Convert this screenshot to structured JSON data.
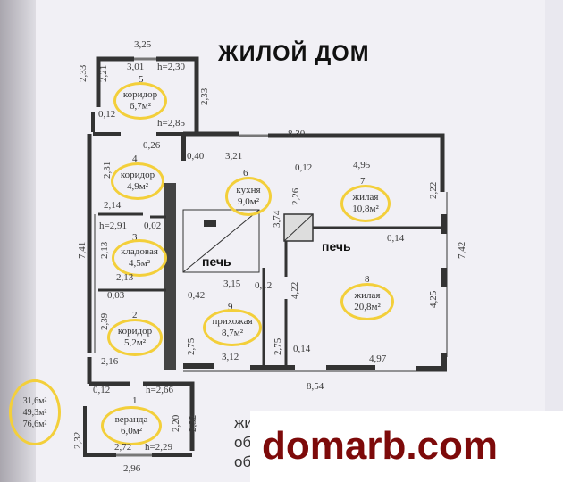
{
  "title": "ЖИЛОЙ ДОМ",
  "rooms": [
    {
      "number": "1",
      "name": "веранда",
      "area": "6,0м²"
    },
    {
      "number": "2",
      "name": "коридор",
      "area": "5,2м²"
    },
    {
      "number": "3",
      "name": "кладовая",
      "area": "4,5м²"
    },
    {
      "number": "4",
      "name": "коридор",
      "area": "4,9м²"
    },
    {
      "number": "5",
      "name": "коридор",
      "area": "6,7м²"
    },
    {
      "number": "6",
      "name": "кухня",
      "area": "9,0м²"
    },
    {
      "number": "7",
      "name": "жилая",
      "area": "10,8м²"
    },
    {
      "number": "8",
      "name": "жилая",
      "area": "20,8м²"
    },
    {
      "number": "9",
      "name": "прихожая",
      "area": "8,7м²"
    }
  ],
  "stove_label": "печь",
  "dimensions": {
    "d325": "3,25",
    "d301": "3,01",
    "h230": "h=2,30",
    "d233a": "2,33",
    "d221": "2,21",
    "d233b": "2,33",
    "d012a": "0,12",
    "h285": "h=2,85",
    "d026": "0,26",
    "d040": "0,40",
    "d321": "3,21",
    "d830": "8,30",
    "d012b": "0,12",
    "d495": "4,95",
    "d231": "2,31",
    "d214": "2,14",
    "h291": "h=2,91",
    "d002": "0,02",
    "d226": "2,26",
    "d374": "3,74",
    "d222": "2,22",
    "d741": "7,41",
    "d213a": "2,13",
    "d014a": "0,14",
    "d742": "7,42",
    "d213b": "2,13",
    "d315": "3,15",
    "d012c": "0,12",
    "d003": "0,03",
    "d042": "0,42",
    "d422": "4,22",
    "d425": "4,25",
    "d239": "2,39",
    "d275a": "2,75",
    "d275b": "2,75",
    "d014b": "0,14",
    "d216": "2,16",
    "d312": "3,12",
    "d497": "4,97",
    "d854": "8,54",
    "d012d": "0,12",
    "h266": "h=2,66",
    "d220": "2,20",
    "d232a": "2,32",
    "d232b": "2,32",
    "d272": "2,72",
    "h229": "h=2,29",
    "d296": "2,96"
  },
  "totals": [
    "31,6м²",
    "49,3м²",
    "76,6м²"
  ],
  "legend_partial": [
    "жи",
    "об",
    "об"
  ],
  "watermark": "domarb.com"
}
